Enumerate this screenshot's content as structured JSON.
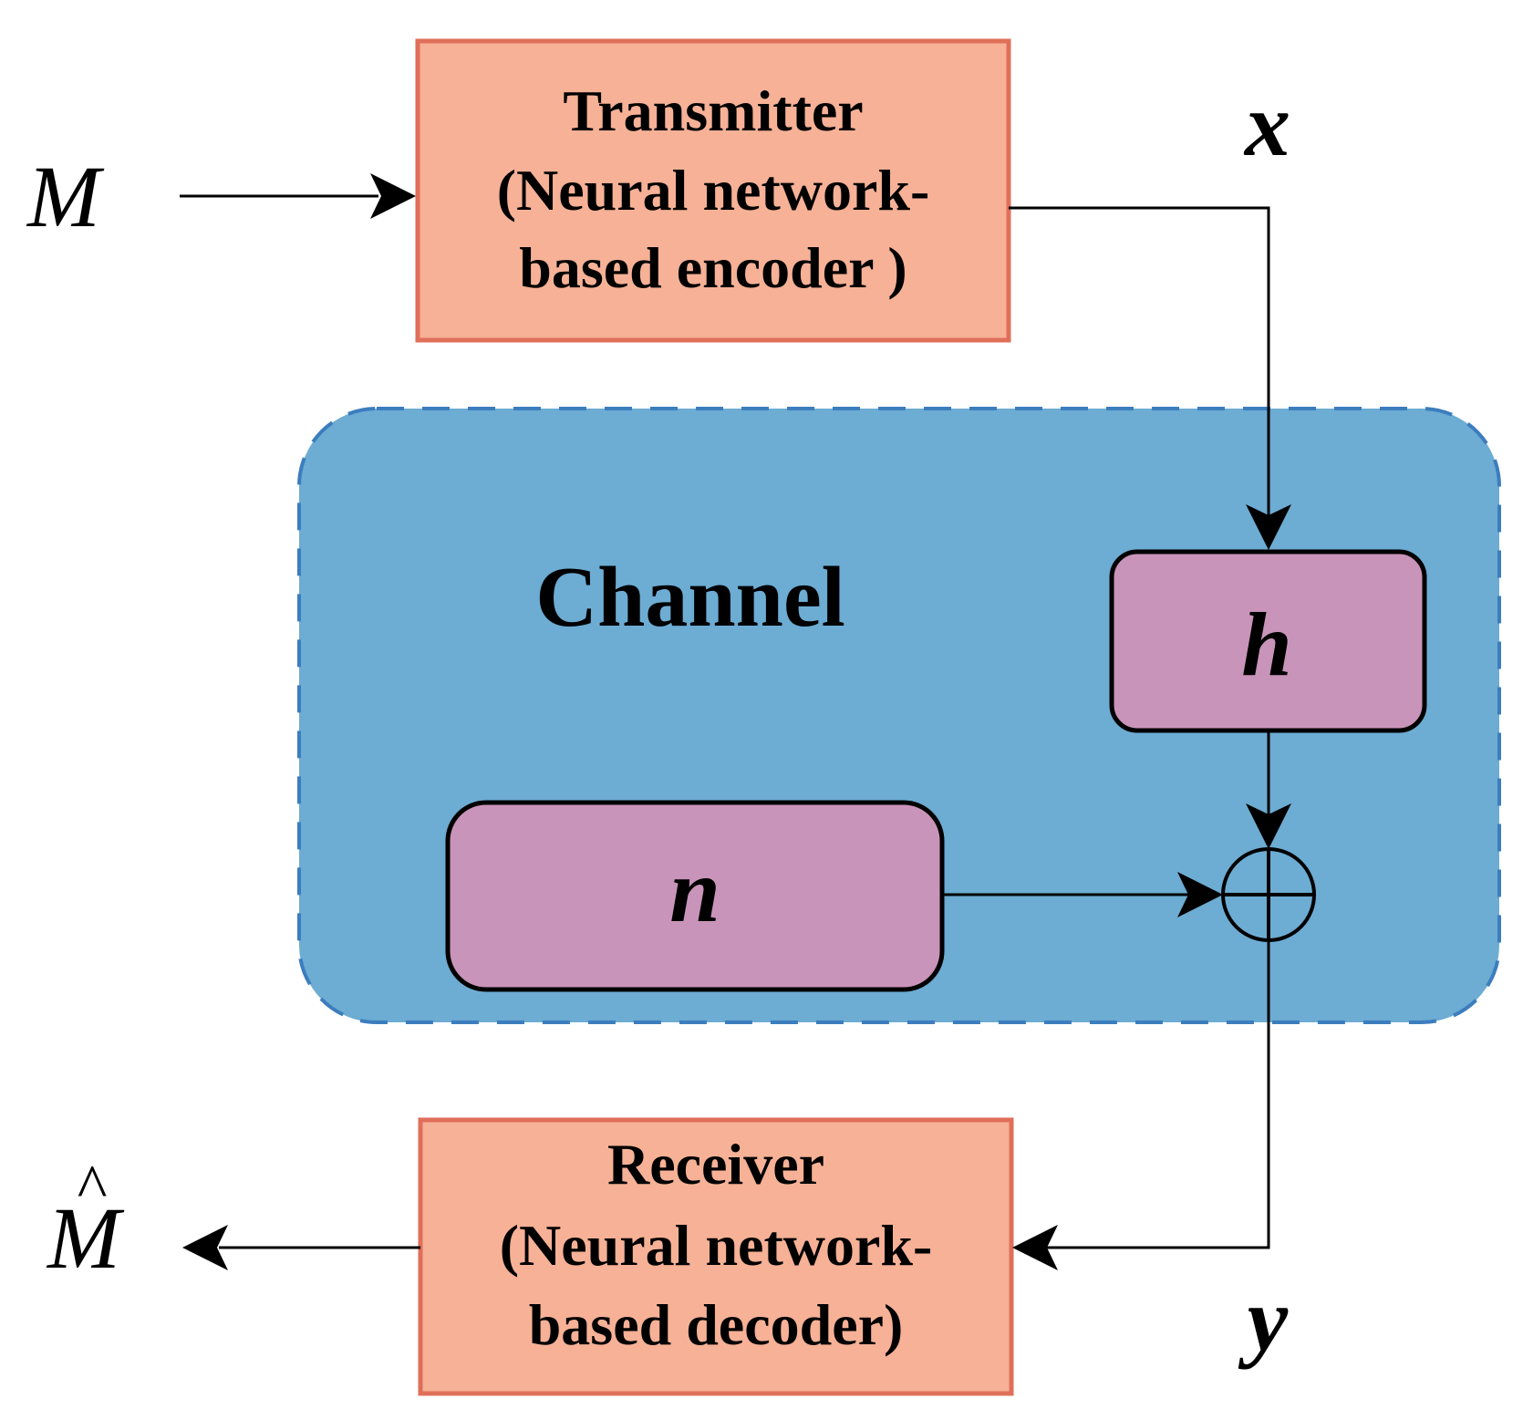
{
  "input_symbol": "M",
  "output_symbol": "M",
  "output_hat": "^",
  "transmitter": {
    "lines": [
      "Transmitter",
      "(Neural network-",
      "based encoder )"
    ]
  },
  "receiver": {
    "lines": [
      "Receiver",
      "(Neural network-",
      "based decoder)"
    ]
  },
  "channel": {
    "title": "Channel",
    "fading_label": "h",
    "noise_label": "n"
  },
  "signals": {
    "transmitted": "x",
    "received": "y"
  },
  "colors": {
    "codec_fill": "#F6B196",
    "codec_border": "#E06F5A",
    "channel_fill": "#6DACD3",
    "channel_border": "#3C7DBE",
    "block_fill": "#C994B9",
    "block_border": "#000000"
  }
}
